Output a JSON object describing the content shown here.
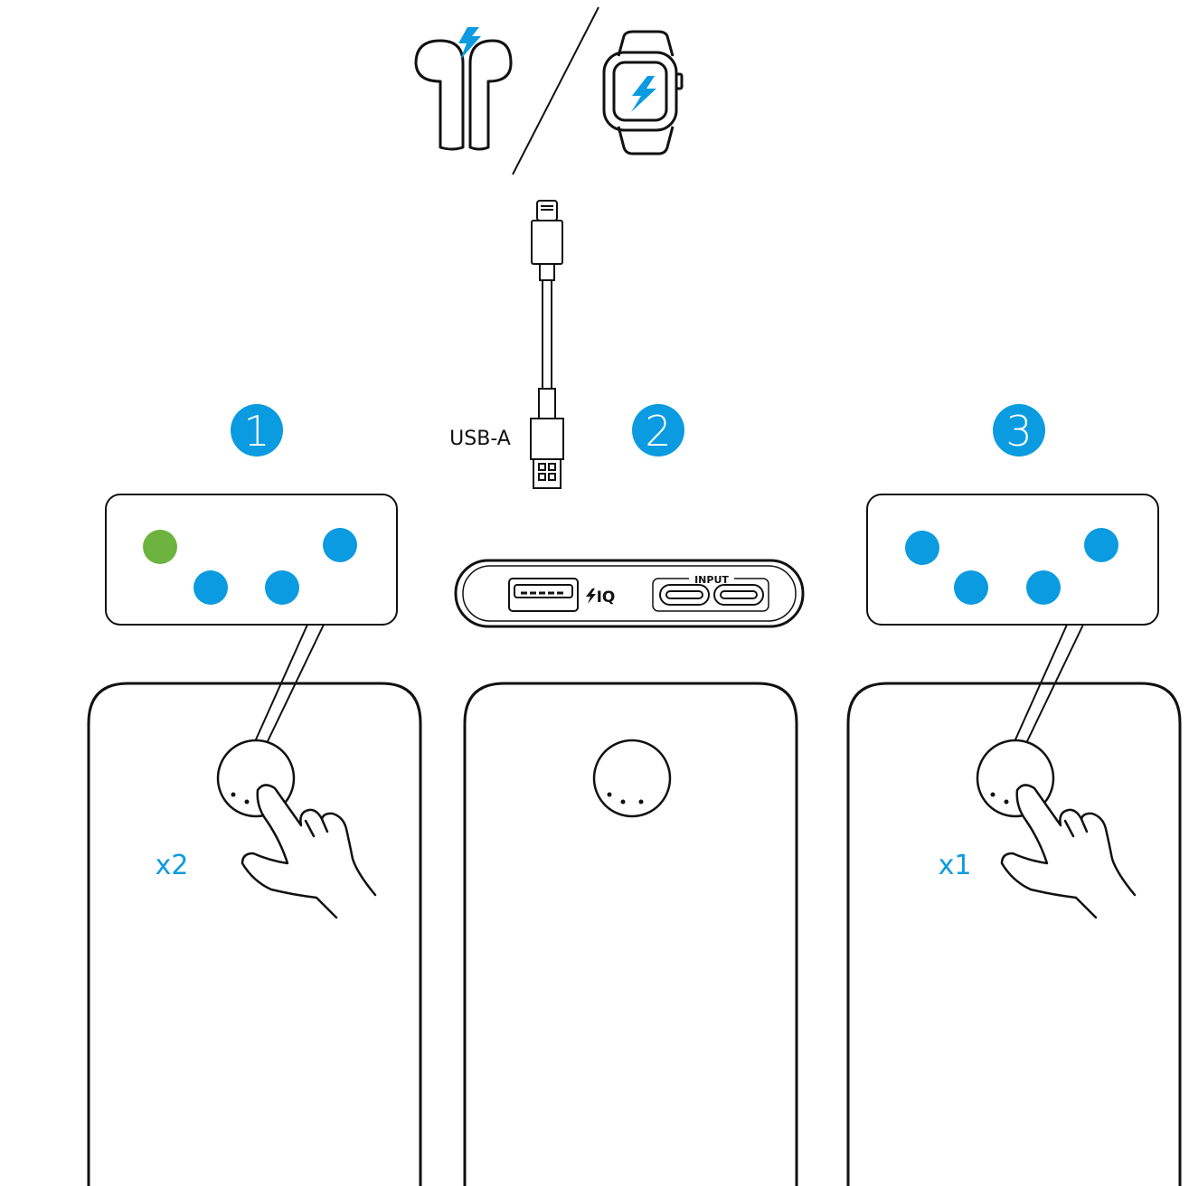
{
  "colors": {
    "accent": "#0a9be0",
    "led_blue": "#0a9be0",
    "led_green": "#6db33f",
    "stroke": "#111111"
  },
  "icons": [
    "earbuds-charging-icon",
    "smartwatch-charging-icon",
    "lightning-cable-icon",
    "pointing-hand-icon"
  ],
  "cable": {
    "connector_label": "USB-A"
  },
  "ports": {
    "boost_label": "IQ",
    "input_label": "INPUT"
  },
  "steps": [
    {
      "number": "1",
      "press_count": "x2",
      "leds": [
        "green",
        "blue",
        "blue",
        "blue"
      ]
    },
    {
      "number": "2"
    },
    {
      "number": "3",
      "press_count": "x1",
      "leds": [
        "blue",
        "blue",
        "blue",
        "blue"
      ]
    }
  ]
}
